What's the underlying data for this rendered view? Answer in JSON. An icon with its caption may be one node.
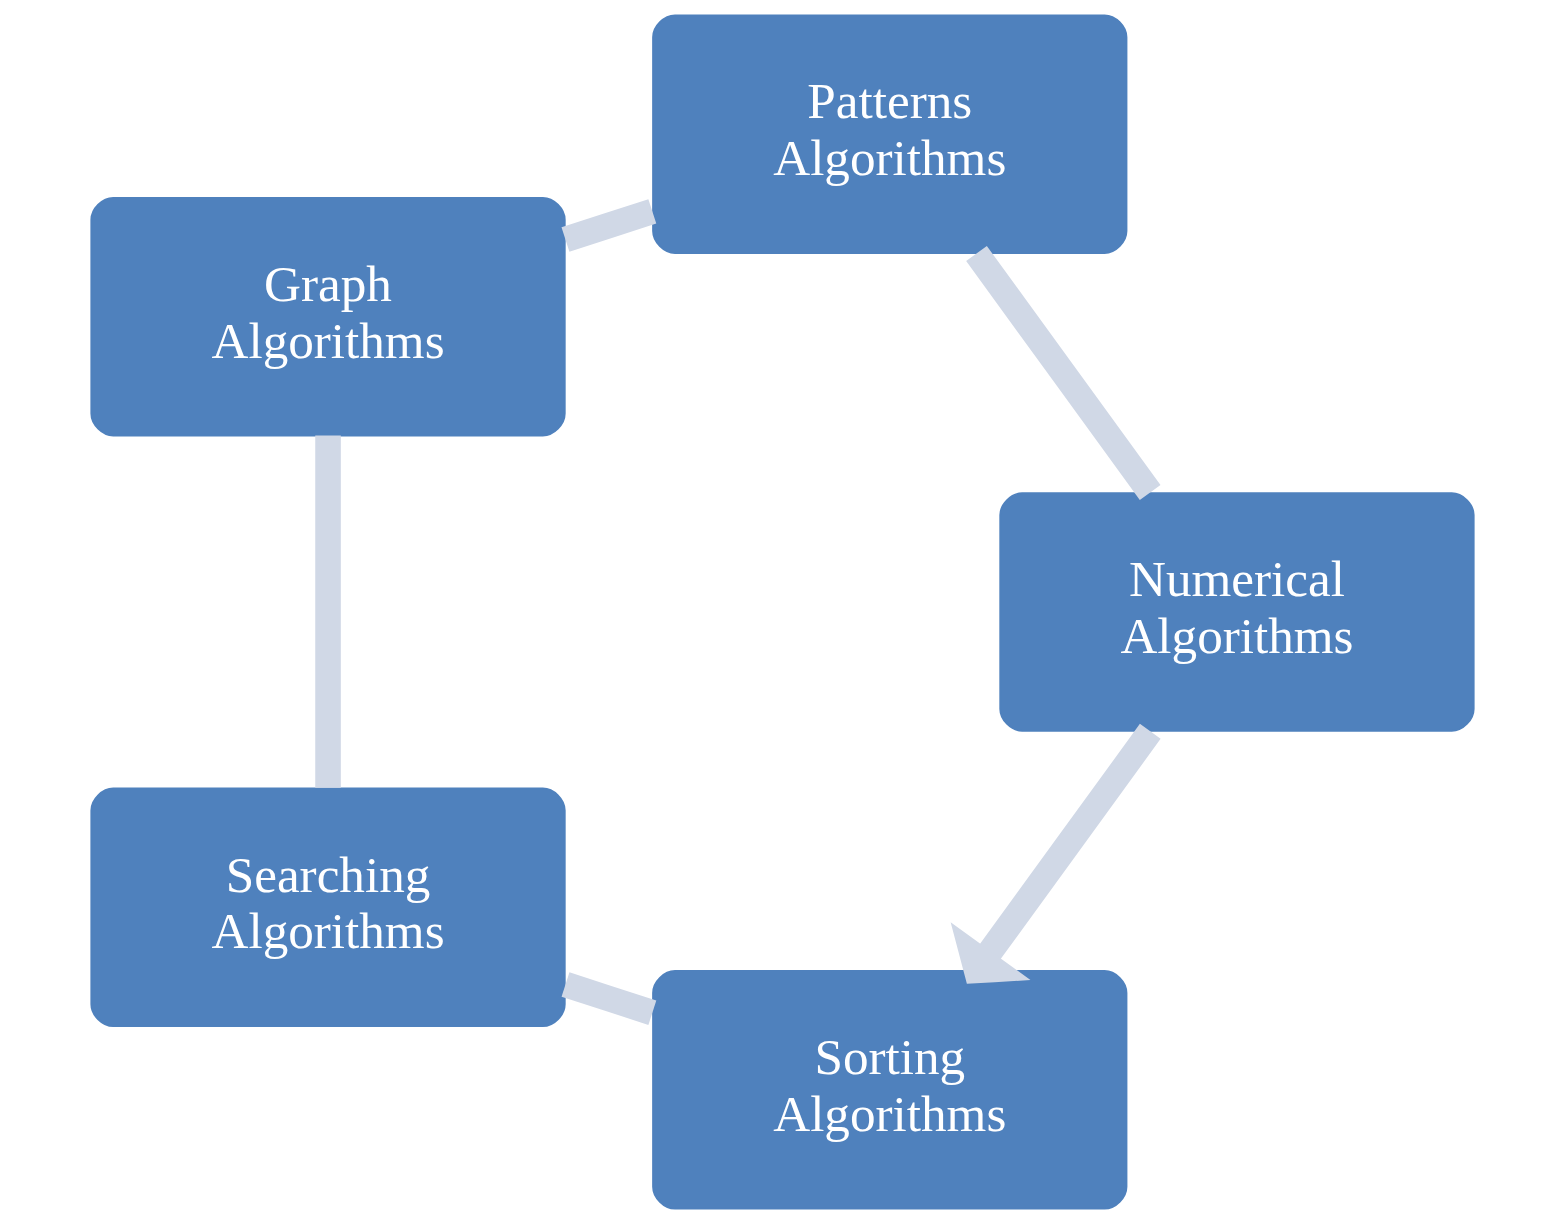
{
  "diagram": {
    "nodes": [
      {
        "text": [
          "Sorting Algorithms"
        ]
      },
      {
        "text": [
          "Numerical Algorithms"
        ]
      },
      {
        "text": [
          "Searching Algorithms"
        ]
      },
      {
        "text": [
          "Patterns Algorithms"
        ]
      },
      {
        "text": [
          "Graph Algorithms"
        ]
      }
    ],
    "edges": [
      {
        "from": 0,
        "to": 2,
        "arrow": "none"
      },
      {
        "from": 2,
        "to": 4,
        "arrow": "none"
      },
      {
        "from": 4,
        "to": 3,
        "arrow": "none"
      },
      {
        "from": 3,
        "to": 1,
        "arrow": "none"
      },
      {
        "from": 1,
        "to": 0,
        "arrow": "to"
      }
    ]
  }
}
